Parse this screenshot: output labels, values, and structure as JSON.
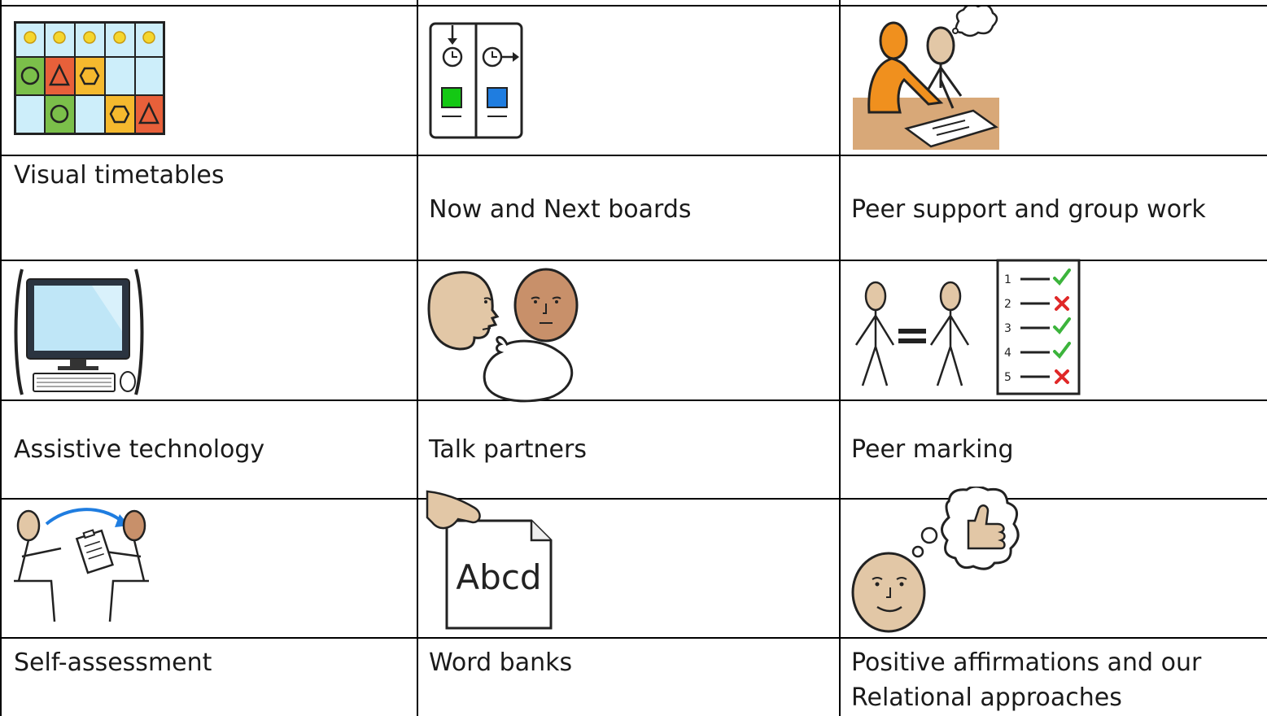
{
  "table": {
    "cells": [
      {
        "label": "Visual timetables",
        "icon": "visual-timetable-icon"
      },
      {
        "label": "Now and Next boards",
        "icon": "now-next-board-icon"
      },
      {
        "label": "Peer support and group work",
        "icon": "peer-support-icon"
      },
      {
        "label": "Assistive technology",
        "icon": "computer-icon"
      },
      {
        "label": "Talk partners",
        "icon": "talk-partners-icon"
      },
      {
        "label": "Peer marking",
        "icon": "peer-marking-icon"
      },
      {
        "label": "Self-assessment",
        "icon": "self-assessment-icon"
      },
      {
        "label": "Word banks",
        "icon": "word-bank-icon"
      },
      {
        "label": "Positive affirmations and our",
        "label_line2": "Relational approaches",
        "icon": "positive-affirmation-icon"
      }
    ],
    "word_bank_card_text": "Abcd",
    "checklist_numbers": [
      "1",
      "2",
      "3",
      "4",
      "5"
    ]
  },
  "colors": {
    "border": "#000000",
    "skin_light": "#e2c7a6",
    "skin_dark": "#c8906a",
    "orange": "#f0901e",
    "green": "#7bbf4a",
    "red": "#e8603a",
    "yellow": "#f5b92e",
    "light_blue": "#cdeefa",
    "blue_square": "#1f7de0",
    "green_square": "#14c814",
    "desk": "#d8a878",
    "check_green": "#3cb43c",
    "cross_red": "#e02828"
  }
}
